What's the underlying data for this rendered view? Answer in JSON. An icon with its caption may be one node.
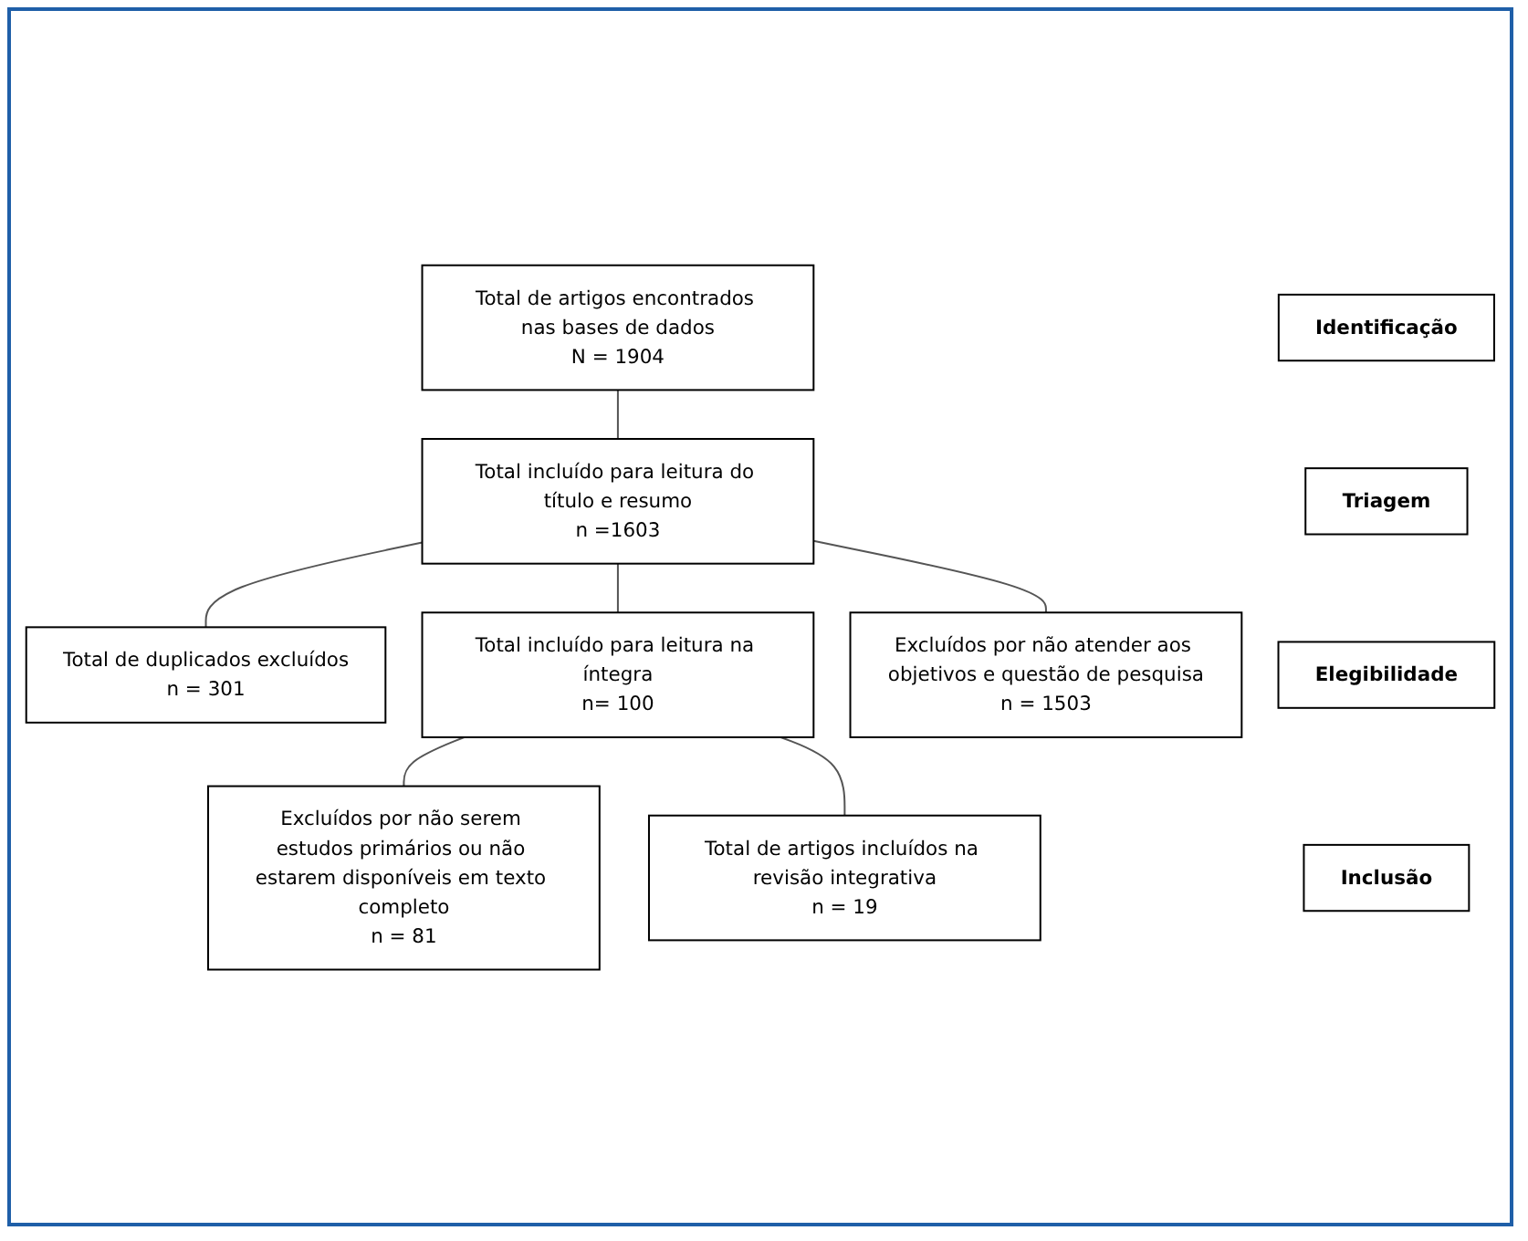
{
  "diagram": {
    "nodes": [
      {
        "text": [
          "Identificação"
        ]
      },
      {
        "text": [
          "Total de artigos encontrados nas bases de dados",
          "N = 1904"
        ]
      },
      {
        "text": [
          "Triagem"
        ]
      },
      {
        "text": [
          "Total incluído para leitura do título e resumo",
          "n =1603"
        ]
      },
      {
        "text": [
          "Total de duplicados excluídos",
          "n = 301"
        ]
      },
      {
        "text": [
          "Excluídos por não atender aos objetivos e questão de pesquisa",
          "n = 1503"
        ]
      },
      {
        "text": [
          "Elegibilidade"
        ]
      },
      {
        "text": [
          "Total incluído para leitura na íntegra",
          "n= 100"
        ]
      },
      {
        "text": [
          "Excluídos por não serem estudos primários ou não estarem disponíveis em texto completo",
          "n = 81"
        ]
      },
      {
        "text": [
          "Inclusão"
        ]
      },
      {
        "text": [
          "Total de artigos incluídos na revisão integrativa",
          "n = 19"
        ]
      }
    ],
    "edges": [
      {
        "from": 1,
        "to": 3,
        "arrow": "none"
      },
      {
        "from": 3,
        "to": 4,
        "arrow": "none"
      },
      {
        "from": 3,
        "to": 7,
        "arrow": "none"
      },
      {
        "from": 3,
        "to": 5,
        "arrow": "none"
      },
      {
        "from": 7,
        "to": 8,
        "arrow": "none"
      },
      {
        "from": 7,
        "to": 10,
        "arrow": "none"
      }
    ]
  }
}
